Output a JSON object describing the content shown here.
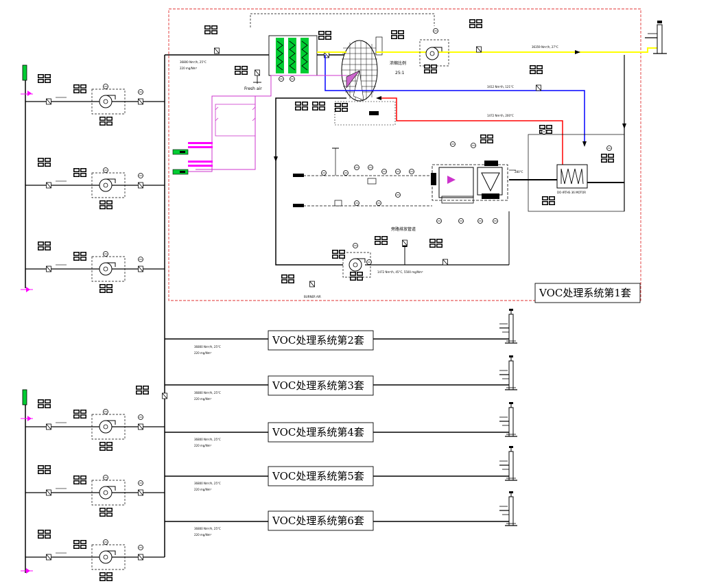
{
  "subsystems": [
    {
      "label": "VOC处理系统第1套"
    },
    {
      "label": "VOC处理系统第2套"
    },
    {
      "label": "VOC处理系统第3套"
    },
    {
      "label": "VOC处理系统第4套"
    },
    {
      "label": "VOC处理系统第5套"
    },
    {
      "label": "VOC处理系统第6套"
    }
  ],
  "flow_labels": {
    "inlet_flow": "36800 Nm³/h, 25°C",
    "inlet_conc": "220 mg/Nm³",
    "branch_flow": "36800 Nm³/h, 25°C",
    "branch_conc": "220 mg/Nm³",
    "exhaust": "36359 Nm³/h, 27°C",
    "cooling_air": "3412 Nm³/h, 121°C",
    "desorption_hot": "1472 Nm³/h, 200°C",
    "desorption_out": "1472 Nm³/h, 45°C, 5500 mg/Nm³",
    "fresh_air": "Fresh air",
    "concentration_ratio": "25:1",
    "concentration_label": "浓缩比例",
    "temp_280": "280°C",
    "heater_note": "DO-IRTHS 36 MOTOR",
    "bypass": "旁路排放管道",
    "burner_air": "BURNER AIR"
  },
  "colors": {
    "exhaust_line": "#ffff00",
    "cooling_line": "#0000ff",
    "desorption_line": "#ff0000",
    "purge_line": "#ff00ff",
    "filter_fill": "#00cc33",
    "process_line": "#000000",
    "system_border": "#e03030"
  }
}
